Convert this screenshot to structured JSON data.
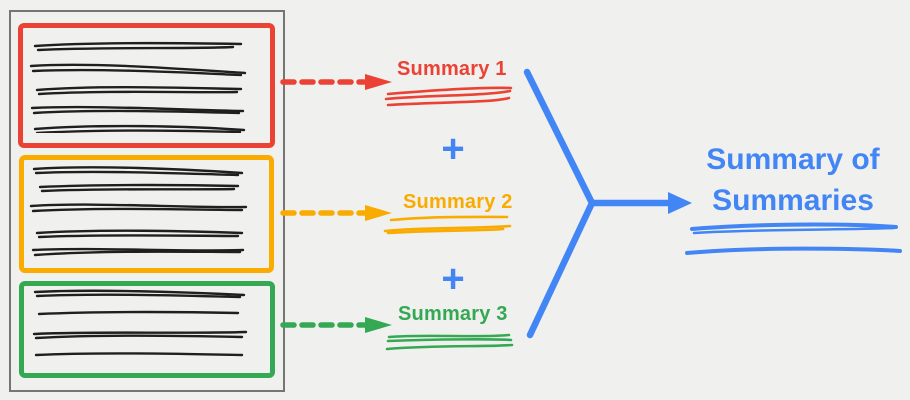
{
  "diagram": {
    "title": "map-reduce summarization diagram",
    "background": "#f0f0ef",
    "colors": {
      "red": "#EA4335",
      "orange": "#F9AB00",
      "green": "#34A853",
      "blue": "#4285F4",
      "document_border": "#757575",
      "ink": "#1f1f1f"
    },
    "document": {
      "sections": [
        {
          "name": "section-1",
          "color": "#EA4335",
          "line_count": 5
        },
        {
          "name": "section-2",
          "color": "#F9AB00",
          "line_count": 5
        },
        {
          "name": "section-3",
          "color": "#34A853",
          "line_count": 4
        }
      ]
    },
    "summaries": [
      {
        "label": "Summary 1",
        "color": "#EA4335"
      },
      {
        "label": "Summary 2",
        "color": "#F9AB00"
      },
      {
        "label": "Summary 3",
        "color": "#34A853"
      }
    ],
    "plus": "+",
    "result": {
      "line1": "Summary of",
      "line2": "Summaries",
      "color": "#4285F4"
    }
  }
}
